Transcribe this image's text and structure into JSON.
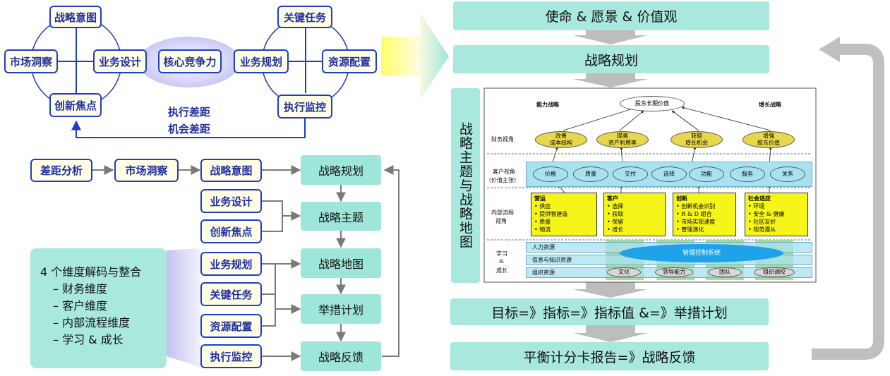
{
  "top_left": {
    "left_cycle": {
      "top": "战略意图",
      "left": "市场洞察",
      "right": "业务设计",
      "bottom": "创新焦点"
    },
    "center": "核心竞争力",
    "right_cycle": {
      "top": "关键任务",
      "left": "业务规划",
      "right": "资源配置",
      "bottom": "执行监控"
    },
    "gap_1": "执行差距",
    "gap_2": "机会差距"
  },
  "flow": {
    "chain": [
      "差距分析",
      "市场洞察",
      "战略意图"
    ],
    "left_column": [
      "业务设计",
      "创新焦点",
      "业务规划",
      "关键任务",
      "资源配置",
      "执行监控"
    ],
    "right_column": [
      "战略规划",
      "战略主题",
      "战略地图",
      "举措计划",
      "战略反馈"
    ]
  },
  "dimensions": {
    "title": "4 个维度解码与整合",
    "items": [
      "– 财务维度",
      "– 客户维度",
      "– 内部流程维度",
      "– 学习 & 成长"
    ]
  },
  "right_panel": {
    "bar_mission": "使命 & 愿景 & 价值观",
    "bar_planning": "战略规划",
    "side_label": "战略主题与战略地图",
    "bar_targets": "目标=》指标=》指标值 &=》举措计划",
    "bar_feedback": "平衡计分卡报告=》战略反馈"
  },
  "strategy_map": {
    "top_left_label": "能力战略",
    "top_right_label": "增长战略",
    "top_node": "股东长期价值",
    "finance_label": "财务视角",
    "finance_nodes": [
      {
        "line1": "改善",
        "line2": "成本结构"
      },
      {
        "line1": "提高",
        "line2": "资产利用率"
      },
      {
        "line1": "获取",
        "line2": "增长机会"
      },
      {
        "line1": "增强",
        "line2": "股东价值"
      }
    ],
    "customer_label_1": "客户视角",
    "customer_label_2": "（价值主张）",
    "customer_nodes": [
      "价格",
      "质量",
      "交付",
      "选择",
      "功能",
      "服务",
      "关系"
    ],
    "process_label_1": "内部流程",
    "process_label_2": "视角",
    "process_boxes": [
      {
        "title": "营运",
        "items": [
          "• 供应",
          "• 提供物建造",
          "• 质量",
          "• 物流"
        ]
      },
      {
        "title": "客户",
        "items": [
          "• 选择",
          "• 获取",
          "• 保留",
          "• 增长"
        ]
      },
      {
        "title": "创新",
        "items": [
          "• 创新机会识别",
          "• R & D 组合",
          "• 市场实现速度",
          "• 管理演化"
        ]
      },
      {
        "title": "社会适应",
        "items": [
          "• 环境",
          "• 安全 & 健康",
          "• 社区友好",
          "• 规范遵从"
        ]
      }
    ],
    "learning_label_1": "学习",
    "learning_label_2": "&",
    "learning_label_3": "成长",
    "learning_rows": [
      "人力资源",
      "信息与知识资源",
      "组织资源"
    ],
    "management_system": "管理控制系统",
    "org_nodes": [
      "文化",
      "领导能力",
      "团队",
      "组织调校"
    ]
  }
}
